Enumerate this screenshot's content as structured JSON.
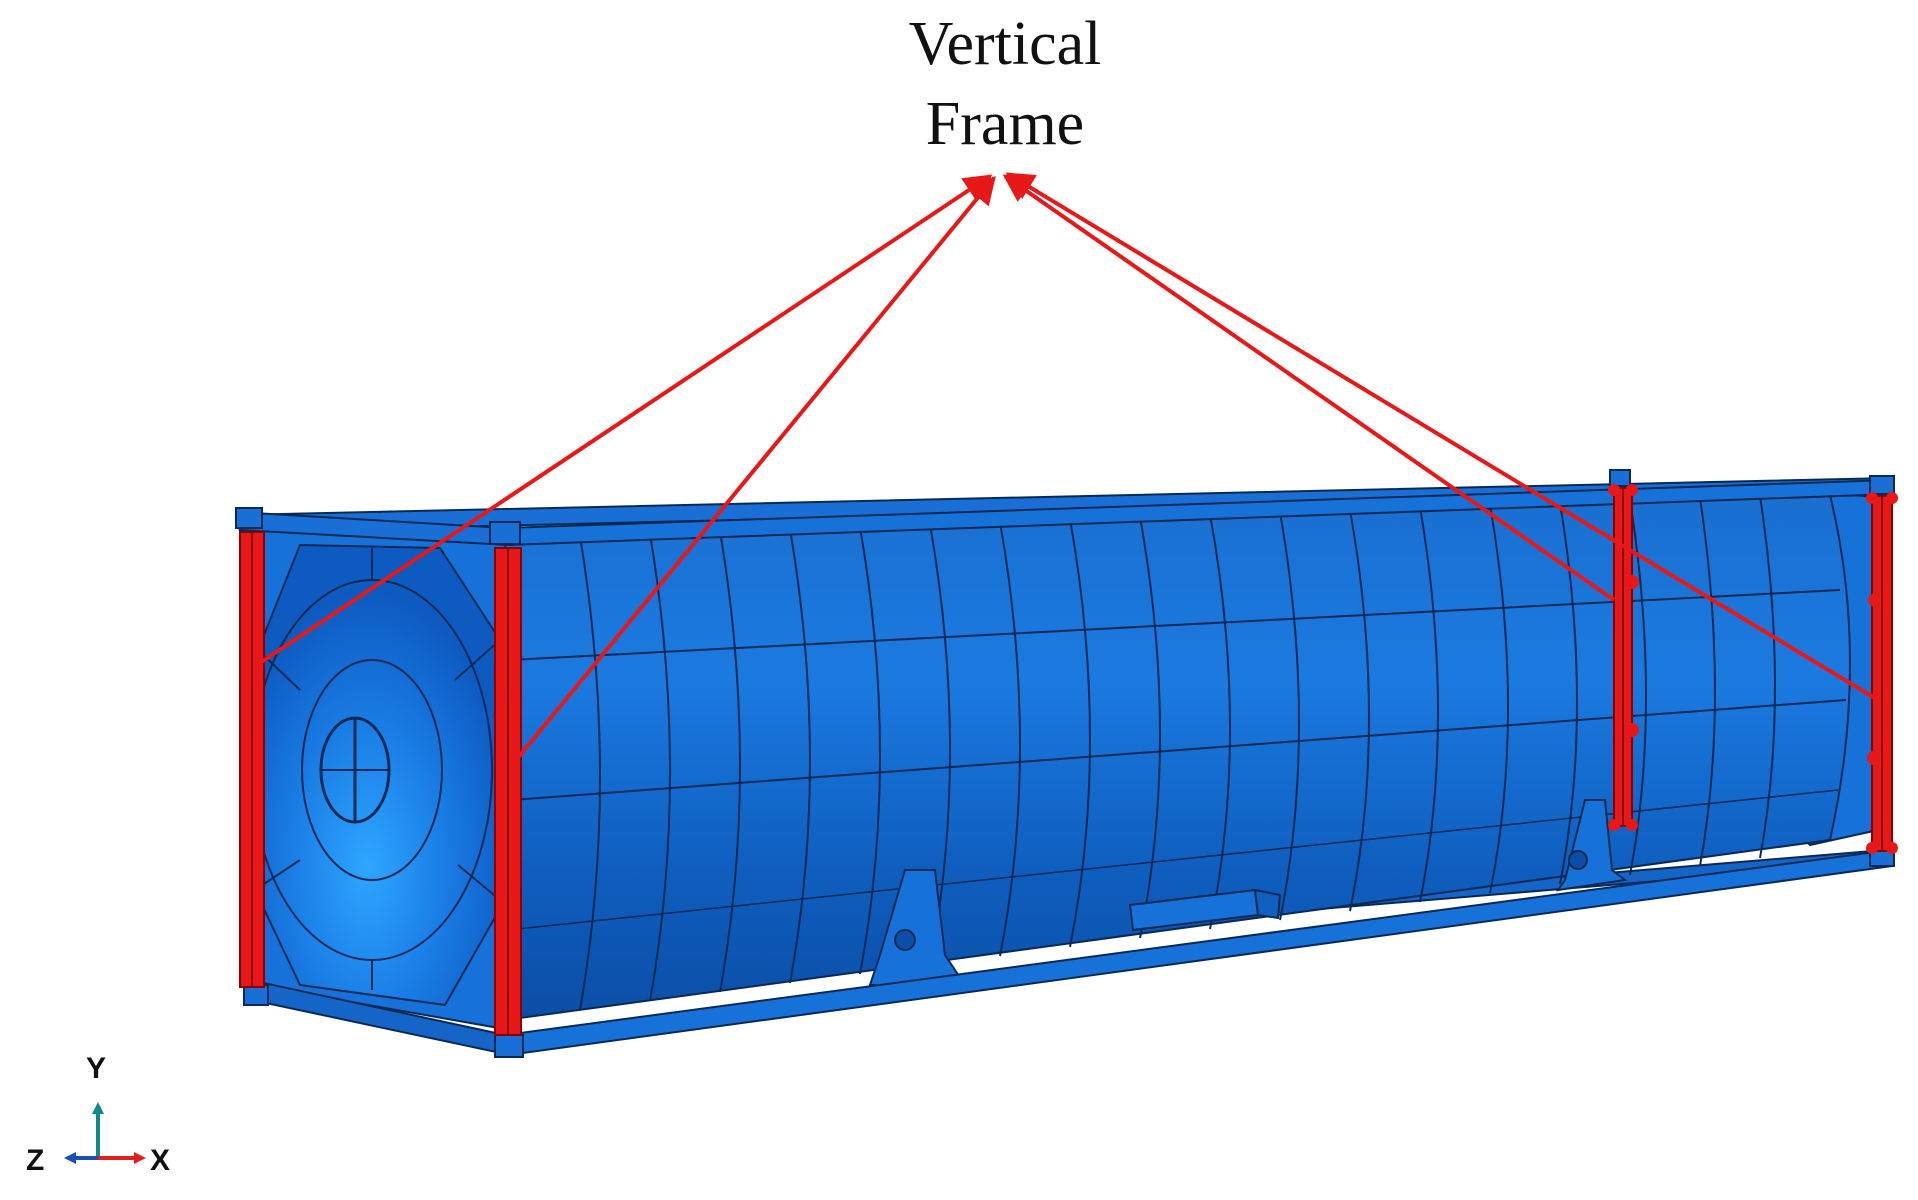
{
  "callout": {
    "line1": "Vertical",
    "line2": "Frame"
  },
  "triad": {
    "y_label": "Y",
    "z_label": "Z",
    "x_label": "X"
  },
  "colors": {
    "tank": "#1672d8",
    "tank_dark": "#0d4fa8",
    "frame": "#1a6fd6",
    "outline": "#0a2a55",
    "highlight": "#e81818",
    "y_axis": "#0e8a8a",
    "x_axis": "#e02020",
    "z_axis": "#1a4fb8"
  },
  "icons": [
    "coordinate-triad-icon"
  ]
}
